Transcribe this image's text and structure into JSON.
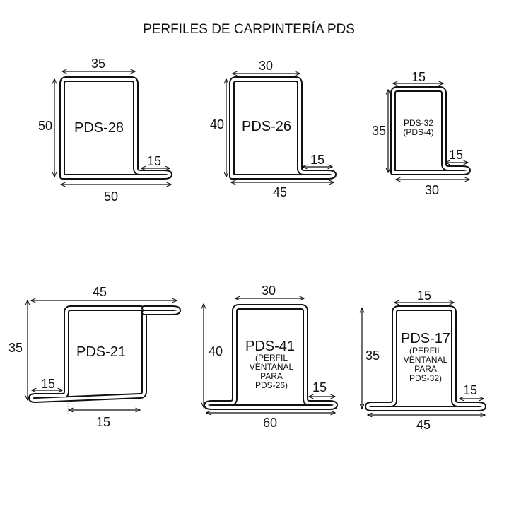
{
  "title": "PERFILES DE CARPINTERÍA PDS",
  "profiles": {
    "pds28": {
      "name": "PDS-28",
      "top": "35",
      "height": "50",
      "flange": "15",
      "bottom": "50"
    },
    "pds26": {
      "name": "PDS-26",
      "top": "30",
      "height": "40",
      "flange": "15",
      "bottom": "45"
    },
    "pds32": {
      "name": "PDS-32",
      "alt": "(PDS-4)",
      "top": "15",
      "height": "35",
      "flange": "15",
      "bottom": "30"
    },
    "pds21": {
      "name": "PDS-21",
      "top": "45",
      "height": "35",
      "flange": "15",
      "bottom": "15"
    },
    "pds41": {
      "name": "PDS-41",
      "notes": [
        "(PERFIL",
        "VENTANAL",
        "PARA",
        "PDS-26)"
      ],
      "top": "30",
      "height": "40",
      "flange": "15",
      "bottom": "60"
    },
    "pds17": {
      "name": "PDS-17",
      "notes": [
        "(PERFIL",
        "VENTANAL",
        "PARA",
        "PDS-32)"
      ],
      "top": "15",
      "height": "35",
      "flange": "15",
      "bottom": "45"
    }
  },
  "colors": {
    "line": "#111111",
    "background": "#ffffff"
  }
}
